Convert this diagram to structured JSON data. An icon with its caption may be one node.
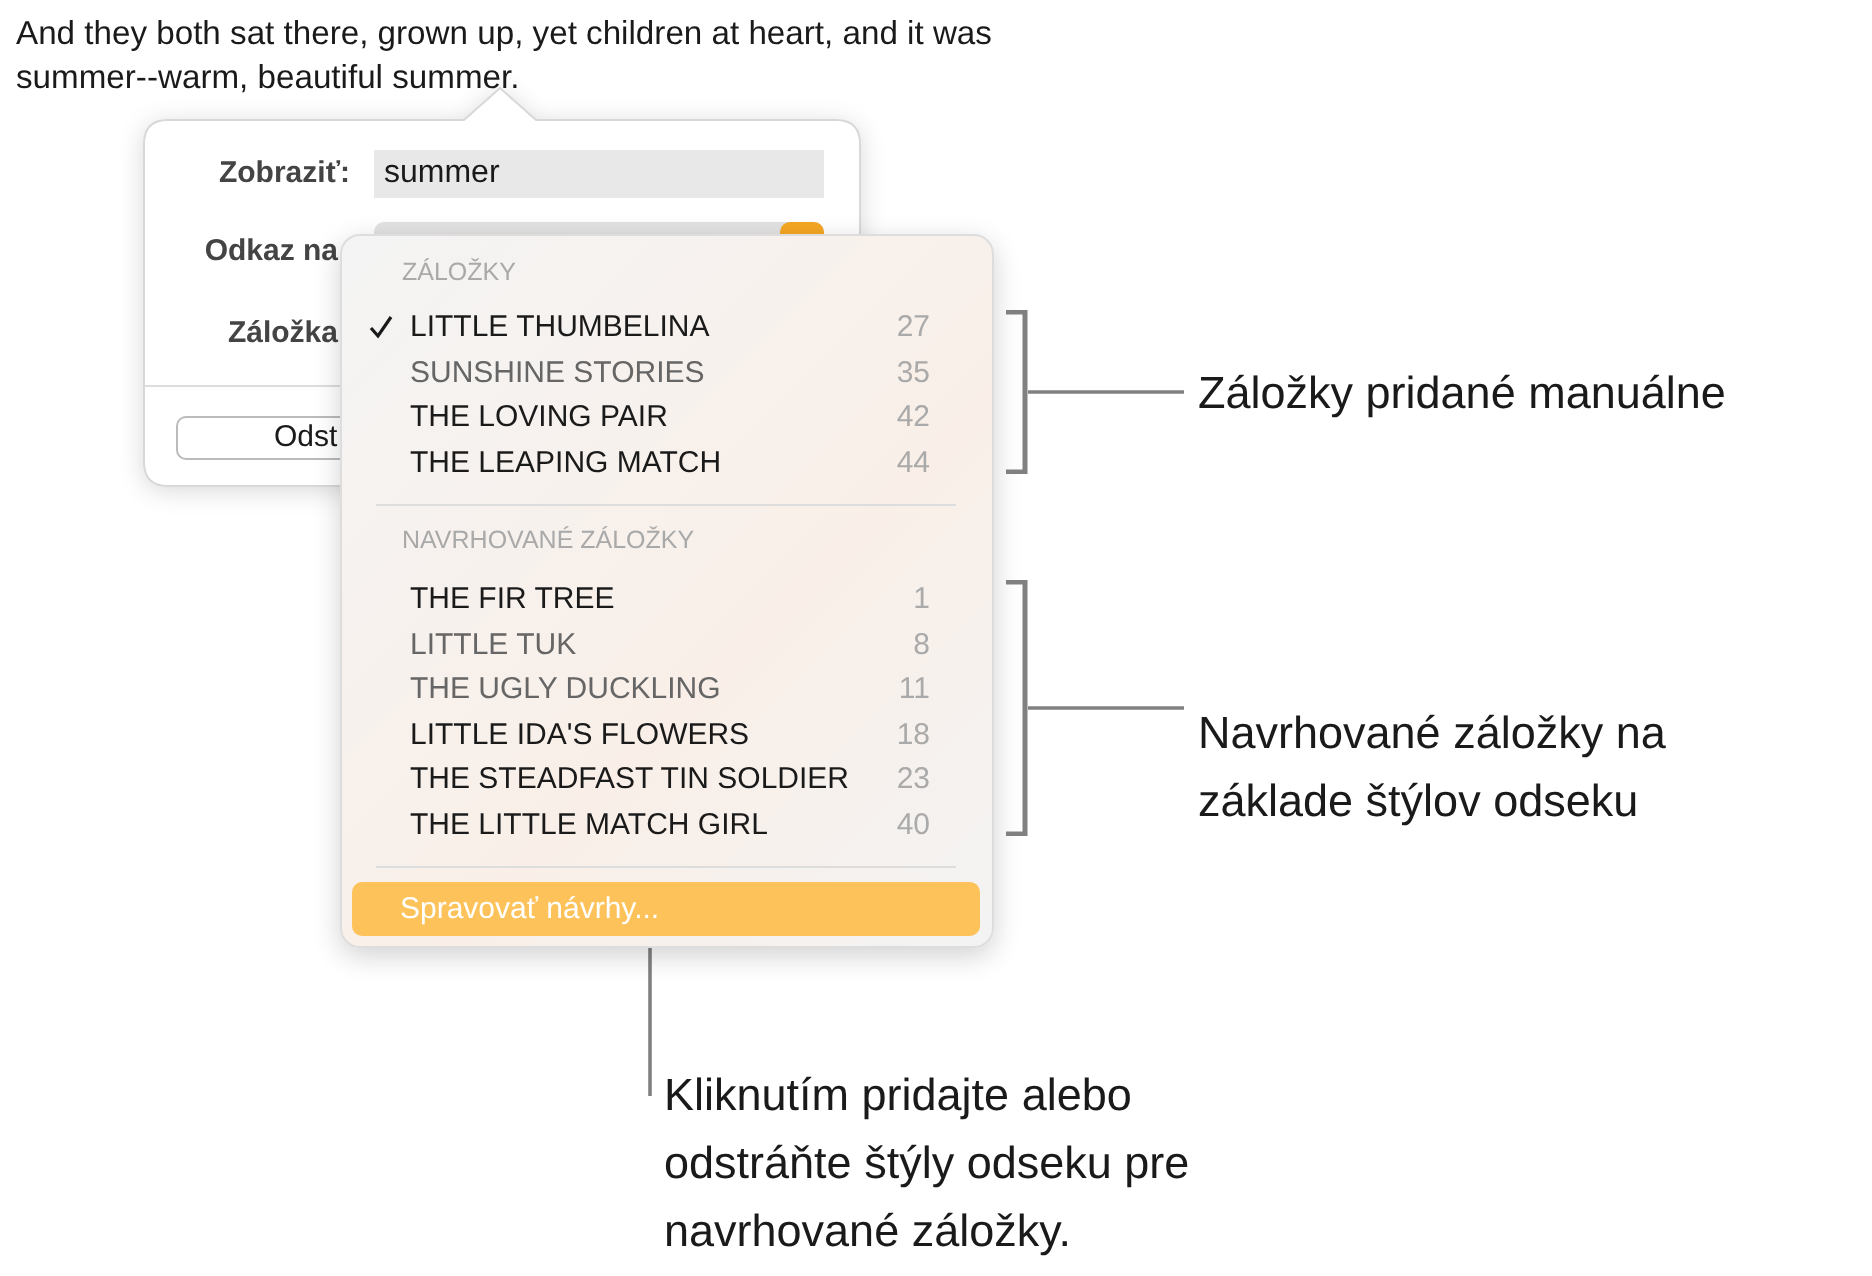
{
  "diagram": {
    "nodes": [
      {
        "text": [],
        "shape": "bracket"
      },
      {
        "text": [
          "Záložky pridané manuálne"
        ]
      },
      {
        "text": [],
        "shape": "bracket"
      },
      {
        "text": [
          "Navrhované záložky na základe štýlov odseku"
        ]
      },
      {
        "text": [
          "Spravovať návrhy..."
        ]
      },
      {
        "text": [
          "Kliknutím pridajte alebo odstráňte štýly odseku pre navrhované záložky."
        ]
      }
    ],
    "edges": [
      {
        "from": 1,
        "to": 0,
        "arrow": "none"
      },
      {
        "from": 3,
        "to": 2,
        "arrow": "none"
      },
      {
        "from": 5,
        "to": 4,
        "arrow": "none"
      }
    ],
    "labels": [
      "And they both sat there, grown up, yet children at heart, and it was summer--warm, beautiful summer.",
      "Zobraziť:",
      "summer",
      "Odkaz na",
      "Záložka",
      "Odst",
      "ZÁLOŽKY",
      "LITTLE THUMBELINA",
      "27",
      "SUNSHINE STORIES",
      "35",
      "THE LOVING PAIR",
      "42",
      "THE LEAPING MATCH",
      "44",
      "NAVRHOVANÉ ZÁLOŽKY",
      "THE FIR TREE",
      "1",
      "LITTLE TUK",
      "8",
      "THE UGLY DUCKLING",
      "11",
      "LITTLE IDA'S FLOWERS",
      "18",
      "THE STEADFAST TIN SOLDIER",
      "23",
      "THE LITTLE MATCH GIRL",
      "40"
    ]
  }
}
